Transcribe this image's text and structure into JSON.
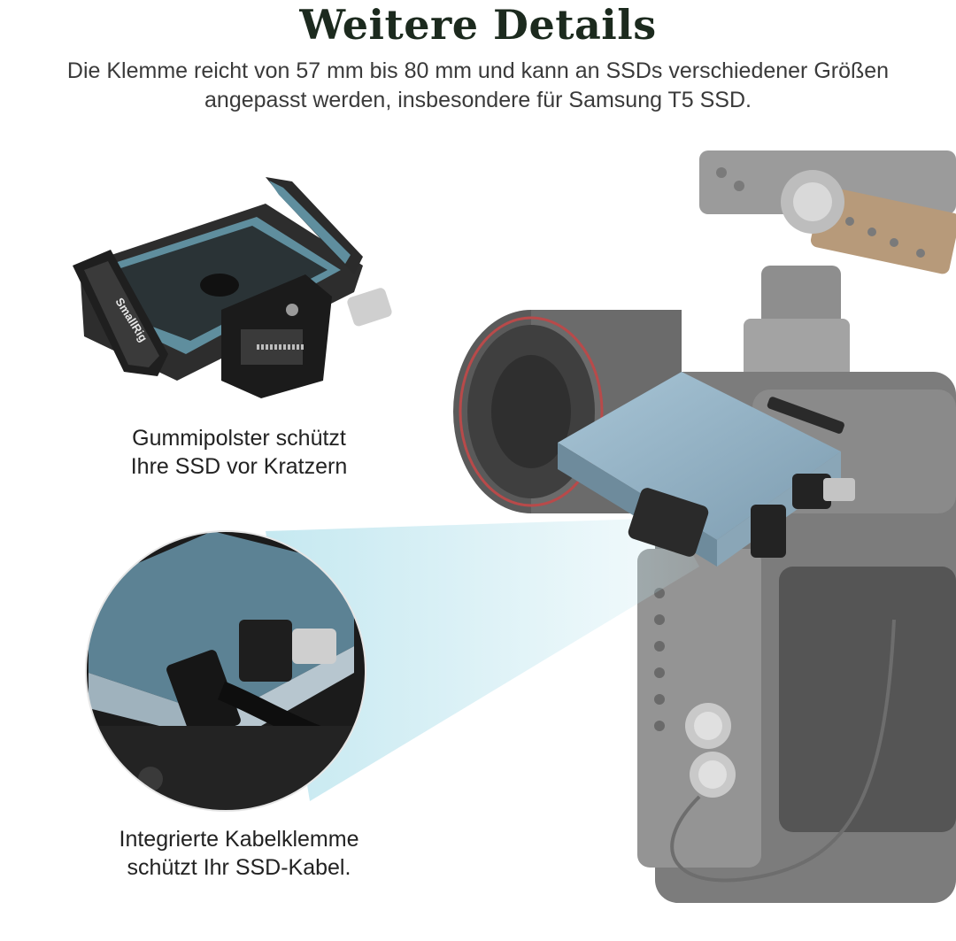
{
  "title": "Weitere Details",
  "subtitle_lines": [
    "Die Klemme reicht von 57 mm bis 80 mm und kann an SSDs verschiedener Größen",
    "angepasst werden, insbesondere für Samsung T5 SSD."
  ],
  "callouts": {
    "rubber_pad": [
      "Gummipolster schützt",
      "Ihre SSD vor Kratzern"
    ],
    "cable_clamp": [
      "Integrierte Kabelklemme",
      "schützt Ihr SSD-Kabel."
    ]
  },
  "brand_logo": "SmallRig",
  "colors": {
    "title": "#1c2a1e",
    "rubber_pad": "#5f8e9e",
    "ssd_body": "#8fb0c4",
    "highlight_beam": "#bfe6ef"
  }
}
